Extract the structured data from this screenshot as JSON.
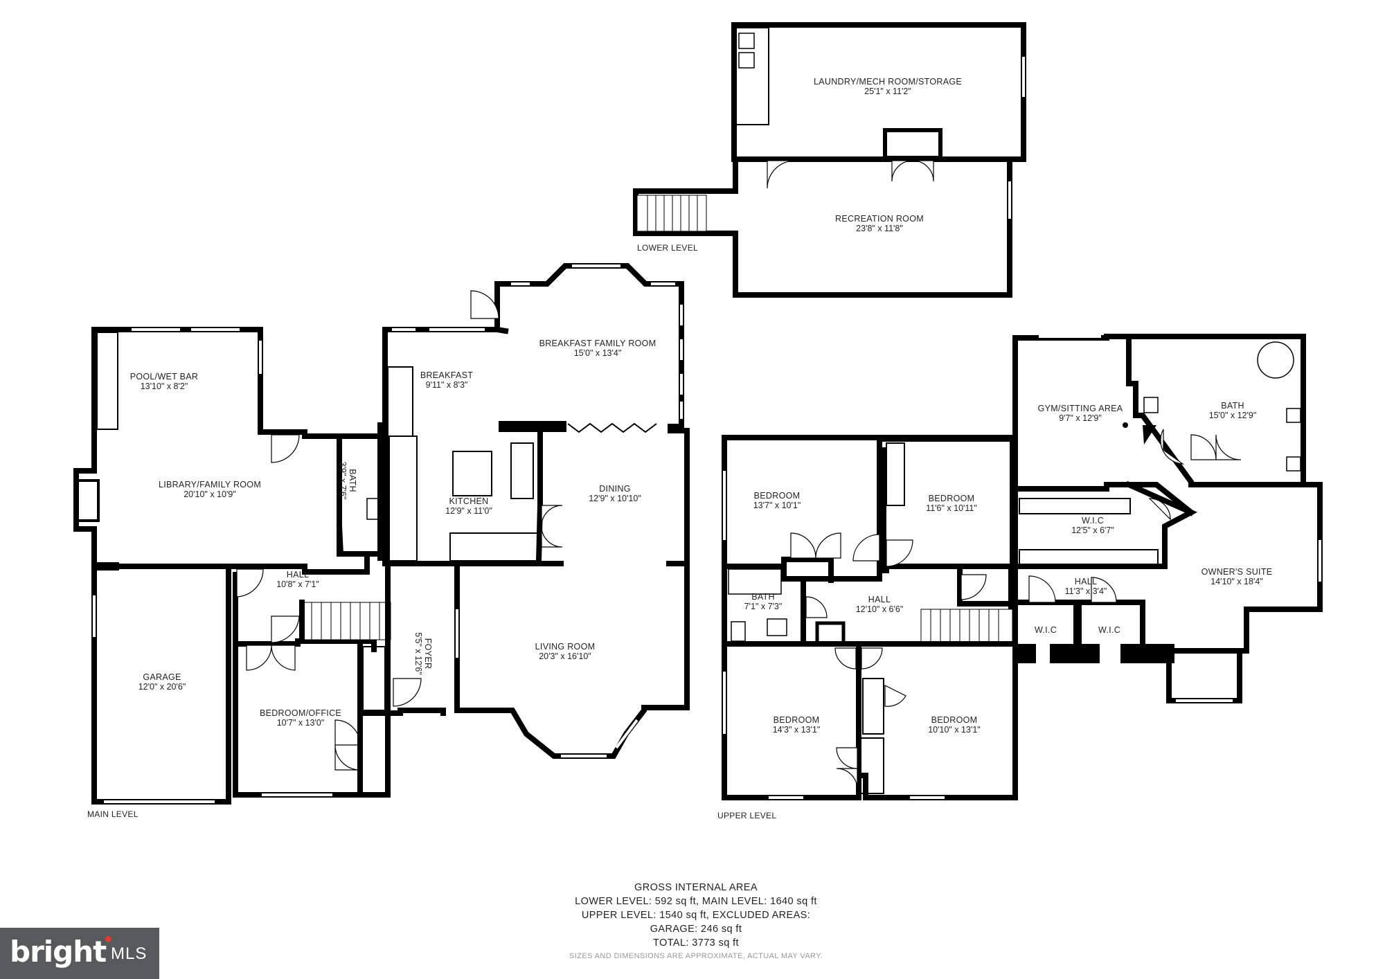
{
  "levels": {
    "lower": "LOWER LEVEL",
    "main": "MAIN LEVEL",
    "upper": "UPPER LEVEL"
  },
  "rooms": {
    "laundry": {
      "name": "LAUNDRY/MECH ROOM/STORAGE",
      "dim": "25'1\" x 11'2\""
    },
    "recreation": {
      "name": "RECREATION ROOM",
      "dim": "23'8\" x 11'8\""
    },
    "pool": {
      "name": "POOL/WET BAR",
      "dim": "13'10\" x 8'2\""
    },
    "library": {
      "name": "LIBRARY/FAMILY ROOM",
      "dim": "20'10\" x 10'9\""
    },
    "bath_main": {
      "name": "BATH",
      "dim": "3'9\" x 7'6\""
    },
    "breakfast": {
      "name": "BREAKFAST",
      "dim": "9'11\" x 8'3\""
    },
    "breakfast_family": {
      "name": "BREAKFAST FAMILY ROOM",
      "dim": "15'0\" x 13'4\""
    },
    "kitchen": {
      "name": "KITCHEN",
      "dim": "12'9\" x 11'0\""
    },
    "dining": {
      "name": "DINING",
      "dim": "12'9\" x 10'10\""
    },
    "hall_main": {
      "name": "HALL",
      "dim": "10'8\" x 7'1\""
    },
    "foyer": {
      "name": "FOYER",
      "dim": "5'5\" x 12'6\""
    },
    "living": {
      "name": "LIVING ROOM",
      "dim": "20'3\" x 16'10\""
    },
    "garage": {
      "name": "GARAGE",
      "dim": "12'0\" x 20'6\""
    },
    "office": {
      "name": "BEDROOM/OFFICE",
      "dim": "10'7\" x 13'0\""
    },
    "gym": {
      "name": "GYM/SITTING AREA",
      "dim": "9'7\" x 12'9\""
    },
    "bath_owner": {
      "name": "BATH",
      "dim": "15'0\" x 12'9\""
    },
    "bed1": {
      "name": "BEDROOM",
      "dim": "13'7\" x 10'1\""
    },
    "bed2": {
      "name": "BEDROOM",
      "dim": "11'6\" x 10'11\""
    },
    "wic_big": {
      "name": "W.I.C",
      "dim": "12'5\" x 6'7\""
    },
    "owner": {
      "name": "OWNER'S SUITE",
      "dim": "14'10\" x 18'4\""
    },
    "bath_up": {
      "name": "BATH",
      "dim": "7'1\" x 7'3\""
    },
    "hall_up": {
      "name": "HALL",
      "dim": "12'10\" x 6'6\""
    },
    "hall_small": {
      "name": "HALL",
      "dim": "11'3\" x 3'4\""
    },
    "wic_a": {
      "name": "W.I.C"
    },
    "wic_b": {
      "name": "W.I.C"
    },
    "bed3": {
      "name": "BEDROOM",
      "dim": "14'3\" x 13'1\""
    },
    "bed4": {
      "name": "BEDROOM",
      "dim": "10'10\" x 13'1\""
    }
  },
  "summary": {
    "title": "GROSS INTERNAL AREA",
    "line1": "LOWER LEVEL: 592 sq ft, MAIN LEVEL: 1640 sq ft",
    "line2": "UPPER LEVEL: 1540 sq ft, EXCLUDED AREAS:",
    "line3": "GARAGE: 246 sq ft",
    "line4": "TOTAL: 3773 sq ft",
    "note": "SIZES AND DIMENSIONS ARE APPROXIMATE, ACTUAL MAY VARY."
  },
  "logo": {
    "brand": "bright",
    "mls": "MLS",
    "accent": "#e03c31",
    "bg": "#58595b"
  }
}
